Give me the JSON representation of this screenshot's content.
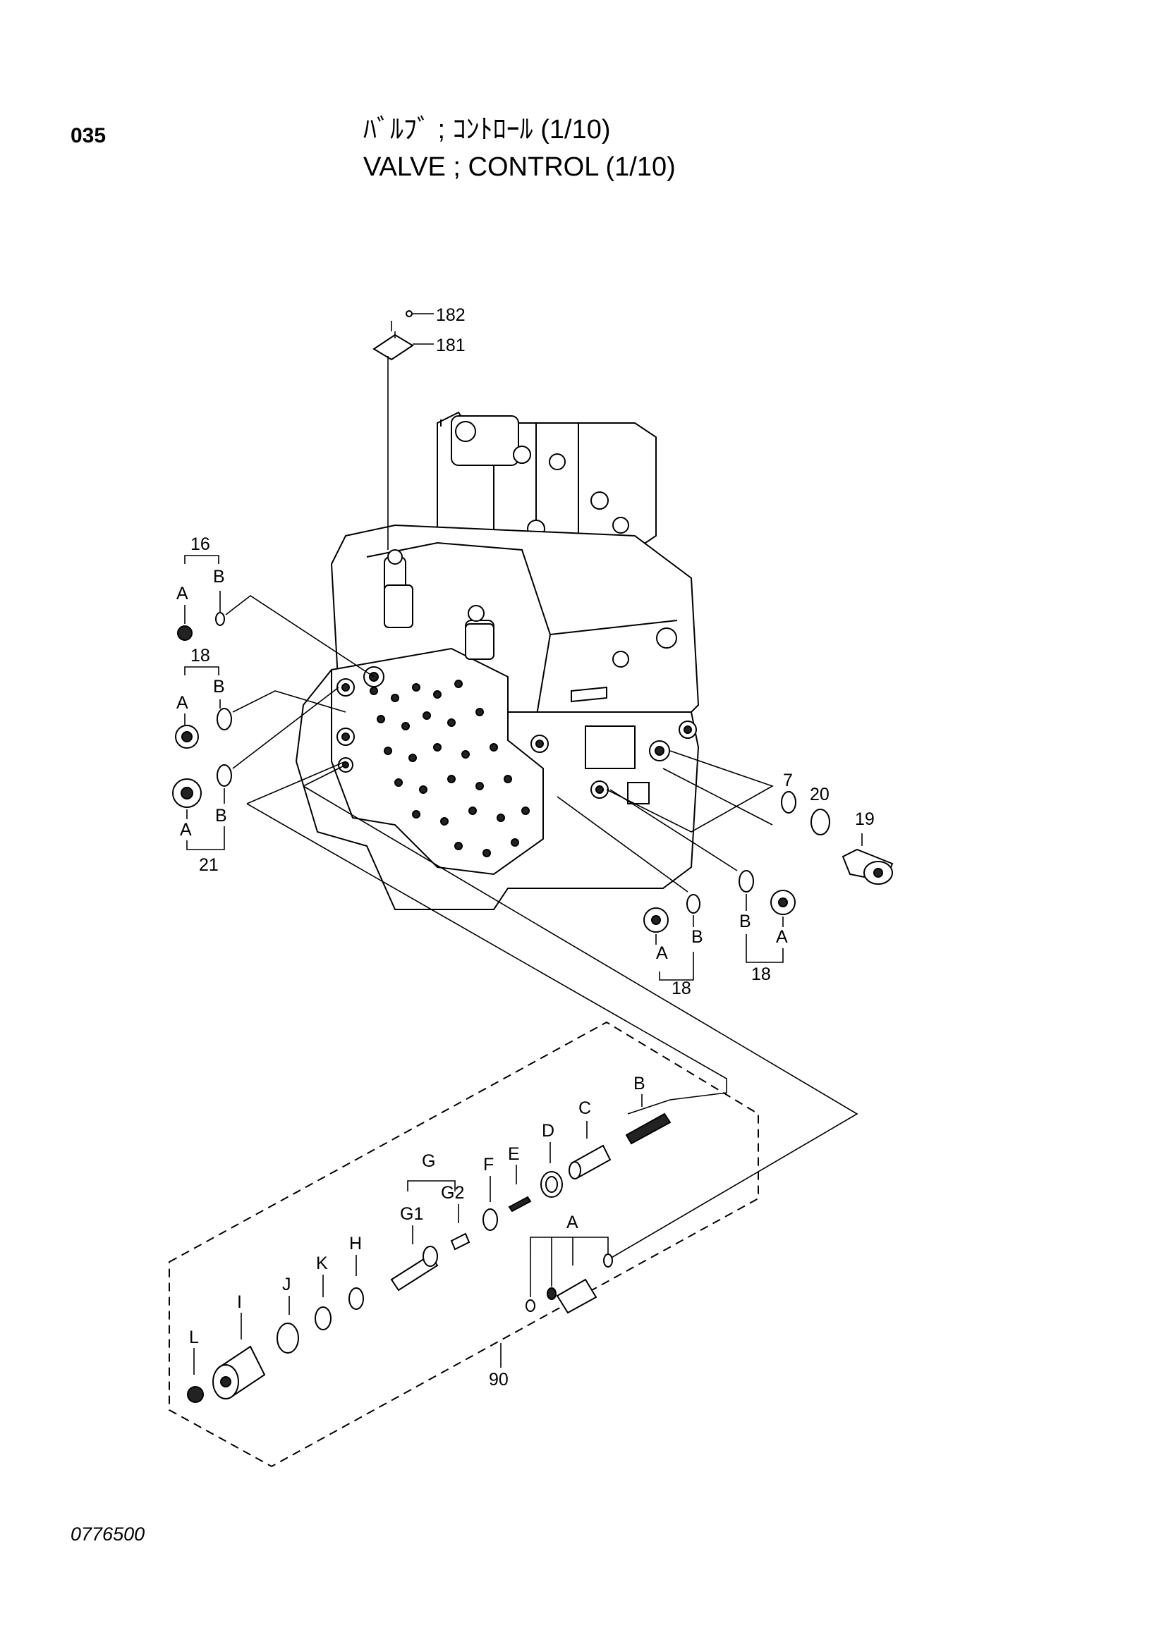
{
  "header": {
    "page_number": "035",
    "title_jp": "ﾊﾞﾙﾌﾞ ; ｺﾝﾄﾛｰﾙ (1/10)",
    "title_en": "VALVE ; CONTROL (1/10)"
  },
  "footer": {
    "code": "0776500"
  },
  "callouts": {
    "c182": "182",
    "c181": "181",
    "c16": "16",
    "c16a": "A",
    "c16b": "B",
    "c18a": "18",
    "c18a_a": "A",
    "c18a_b": "B",
    "c21": "21",
    "c21a": "A",
    "c21b": "B",
    "c7": "7",
    "c20": "20",
    "c19": "19",
    "c18b": "18",
    "c18b_a": "A",
    "c18b_b": "B",
    "c18c": "18",
    "c18c_a": "A",
    "c18c_b": "B",
    "c90": "90",
    "kA": "A",
    "kB": "B",
    "kC": "C",
    "kD": "D",
    "kE": "E",
    "kF": "F",
    "kG": "G",
    "kG1": "G1",
    "kG2": "G2",
    "kH": "H",
    "kI": "I",
    "kJ": "J",
    "kK": "K",
    "kL": "L"
  }
}
